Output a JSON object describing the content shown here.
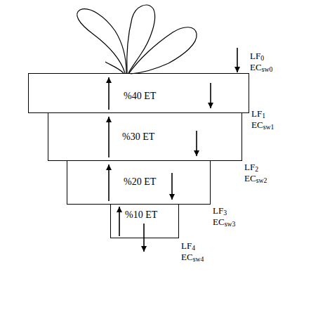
{
  "diagram": {
    "nodes": [
      {
        "text": [
          "%40 ET"
        ]
      },
      {
        "text": [
          "%30 ET"
        ]
      },
      {
        "text": [
          "%20 ET"
        ]
      },
      {
        "text": [
          "%10 ET"
        ]
      }
    ],
    "labels": [
      "LF0",
      "ECsw0",
      "LF1",
      "ECsw1",
      "LF2",
      "ECsw2",
      "LF3",
      "ECsw3",
      "LF4",
      "ECsw4"
    ]
  }
}
